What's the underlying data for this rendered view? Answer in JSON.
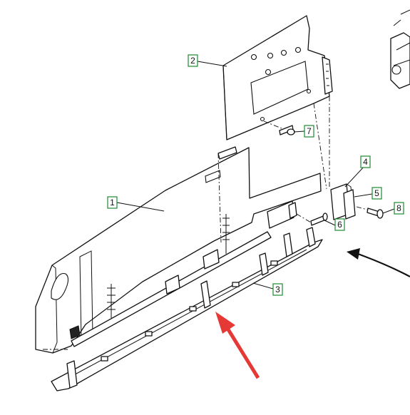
{
  "callouts": [
    {
      "id": "c1",
      "label": "1"
    },
    {
      "id": "c2",
      "label": "2"
    },
    {
      "id": "c3",
      "label": "3"
    },
    {
      "id": "c4",
      "label": "4"
    },
    {
      "id": "c5",
      "label": "5"
    },
    {
      "id": "c6",
      "label": "6"
    },
    {
      "id": "c7",
      "label": "7"
    },
    {
      "id": "c8",
      "label": "8"
    }
  ],
  "colors": {
    "callout_border": "#1d8a2e",
    "highlight_arrow": "#e53935",
    "line": "#111111"
  },
  "icons": {
    "highlight": "red-pointer-arrow-icon",
    "direction": "curved-arrow-icon"
  }
}
